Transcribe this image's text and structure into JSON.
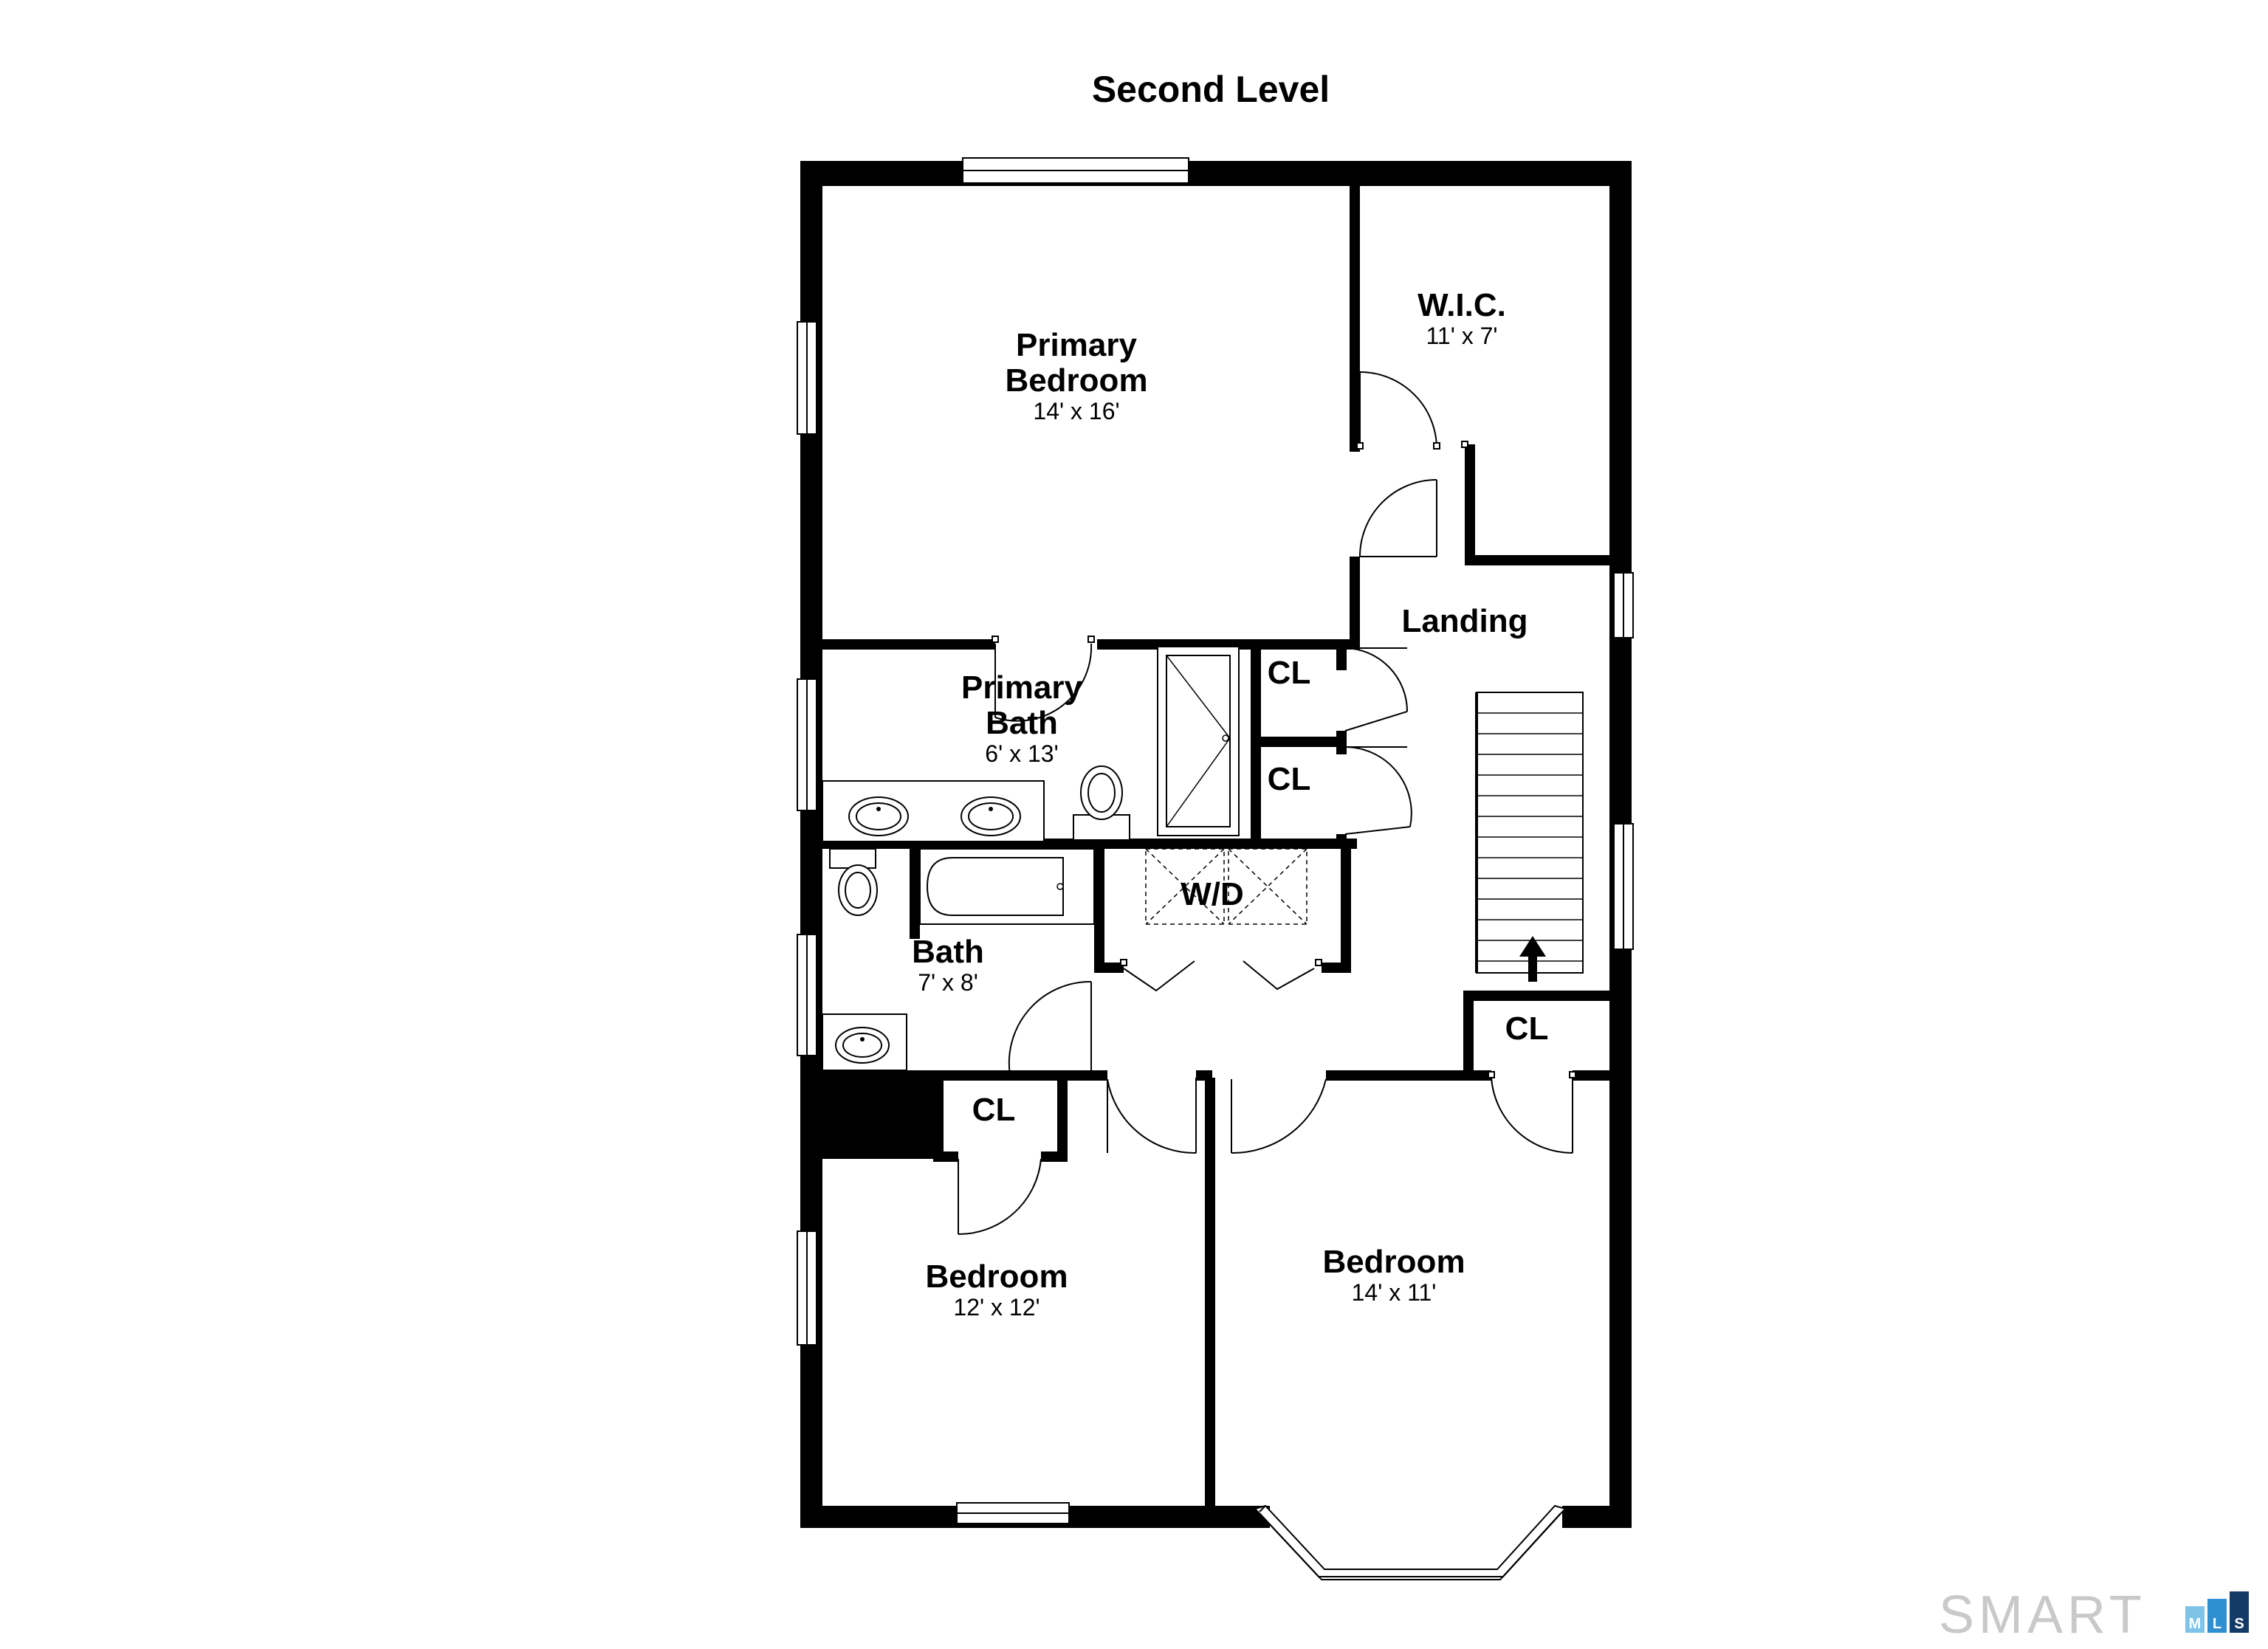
{
  "title": "Second Level",
  "rooms": {
    "primary_bedroom": {
      "name_line1": "Primary",
      "name_line2": "Bedroom",
      "size": "14' x 16'"
    },
    "wic": {
      "name": "W.I.C.",
      "size": "11' x 7'"
    },
    "landing": {
      "name": "Landing"
    },
    "primary_bath": {
      "name_line1": "Primary",
      "name_line2": "Bath",
      "size": "6' x 13'"
    },
    "closet_1": {
      "name": "CL"
    },
    "closet_2": {
      "name": "CL"
    },
    "laundry": {
      "name": "W/D"
    },
    "bath": {
      "name": "Bath",
      "size": "7' x 8'"
    },
    "closet_3": {
      "name": "CL"
    },
    "closet_4": {
      "name": "CL"
    },
    "bedroom_2": {
      "name": "Bedroom",
      "size": "12' x 12'"
    },
    "bedroom_3": {
      "name": "Bedroom",
      "size": "14' x 11'"
    }
  },
  "logo": {
    "text": "SMART",
    "sub_m": "M",
    "sub_l": "L",
    "sub_s": "S",
    "color_gray": "#c9c9c9",
    "color_m": "#7fc4e8",
    "color_l": "#2f8fd0",
    "color_s": "#143a66"
  },
  "icons": {
    "stair_direction": "arrow-up-icon"
  }
}
